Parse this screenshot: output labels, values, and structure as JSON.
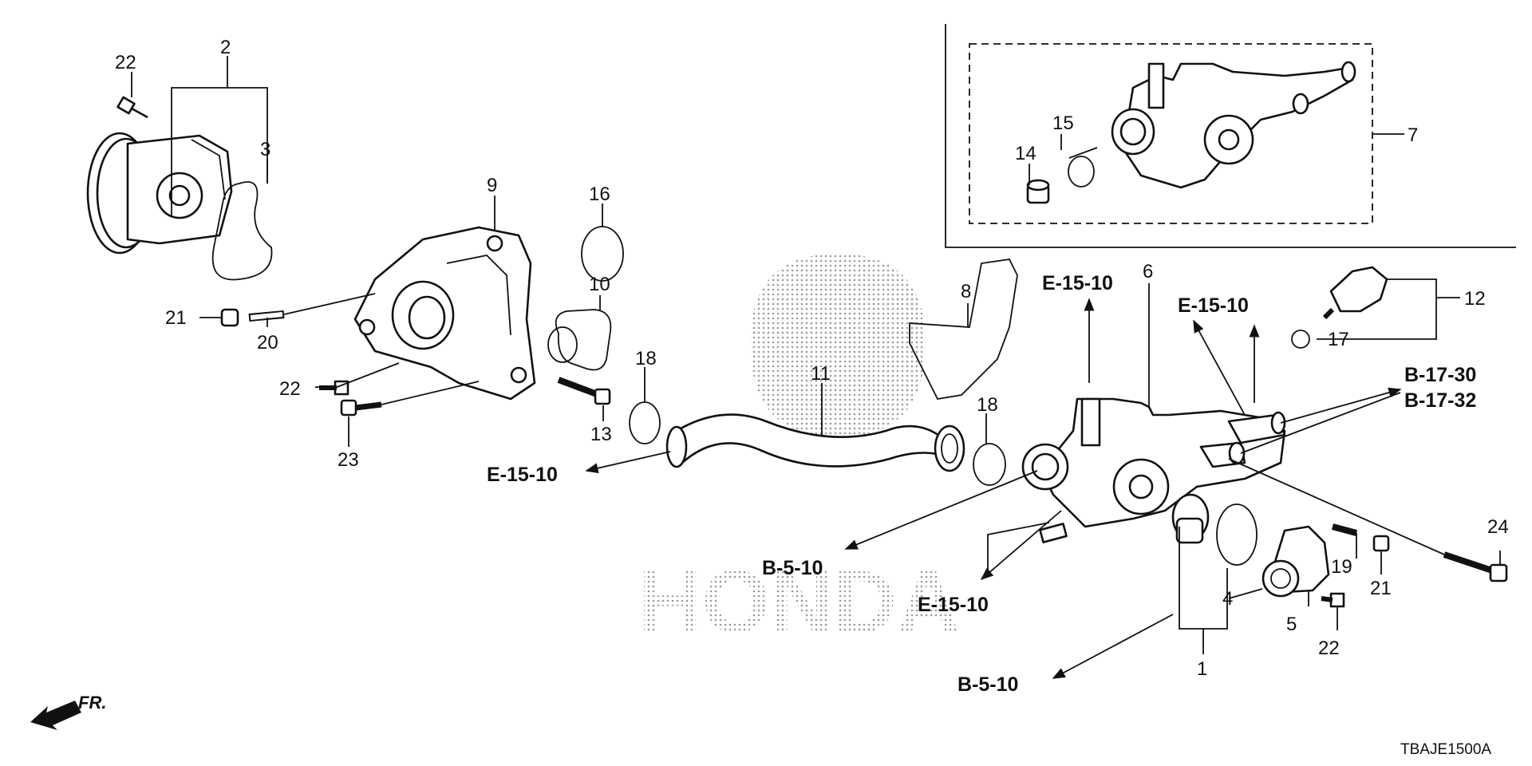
{
  "diagram": {
    "code": "TBAJE1500A",
    "front_label": "FR.",
    "references": {
      "e_15_10": "E-15-10",
      "b_5_10": "B-5-10",
      "b_17_30": "B-17-30",
      "b_17_32": "B-17-32"
    },
    "callouts": {
      "p1": "1",
      "p2": "2",
      "p3": "3",
      "p4": "4",
      "p5": "5",
      "p6": "6",
      "p7": "7",
      "p8": "8",
      "p9": "9",
      "p10": "10",
      "p11": "11",
      "p12": "12",
      "p13": "13",
      "p14": "14",
      "p15": "15",
      "p16": "16",
      "p17": "17",
      "p18": "18",
      "p19": "19",
      "p20": "20",
      "p21": "21",
      "p22": "22",
      "p23": "23",
      "p24": "24"
    },
    "watermark": "HONDA"
  }
}
